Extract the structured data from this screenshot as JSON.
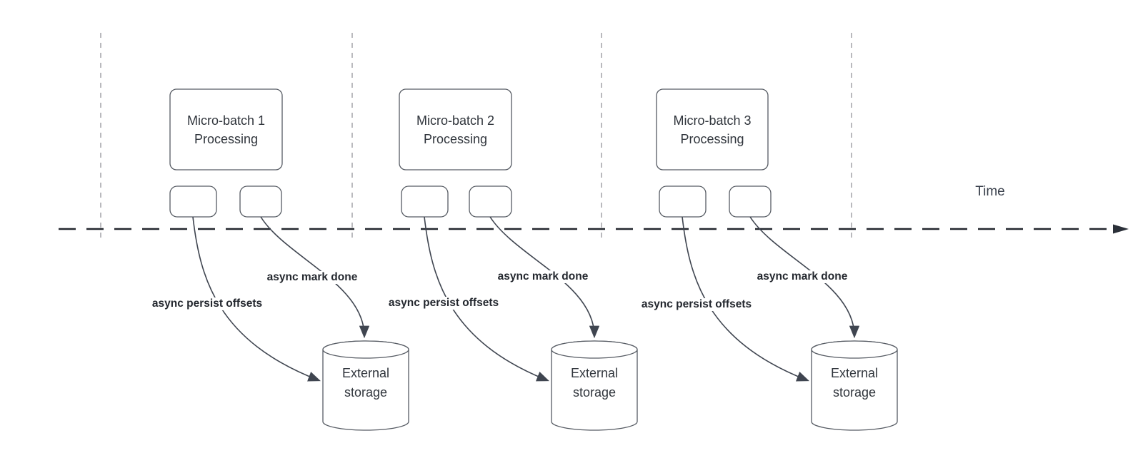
{
  "axis": {
    "label": "Time"
  },
  "groups": [
    {
      "process_label": "Micro-batch 1\nProcessing",
      "persist_label": "async persist offsets",
      "mark_done_label": "async mark done",
      "storage_label": "External\nstorage"
    },
    {
      "process_label": "Micro-batch 2\nProcessing",
      "persist_label": "async persist offsets",
      "mark_done_label": "async mark done",
      "storage_label": "External\nstorage"
    },
    {
      "process_label": "Micro-batch 3\nProcessing",
      "persist_label": "async persist offsets",
      "mark_done_label": "async mark done",
      "storage_label": "External\nstorage"
    }
  ],
  "colors": {
    "shape_border": "#565b63",
    "arrow": "#3f4550",
    "axis": "#23272e",
    "guide": "#a8a8ad",
    "shape_text": "#30353c",
    "edge_label_text": "#23272e"
  }
}
